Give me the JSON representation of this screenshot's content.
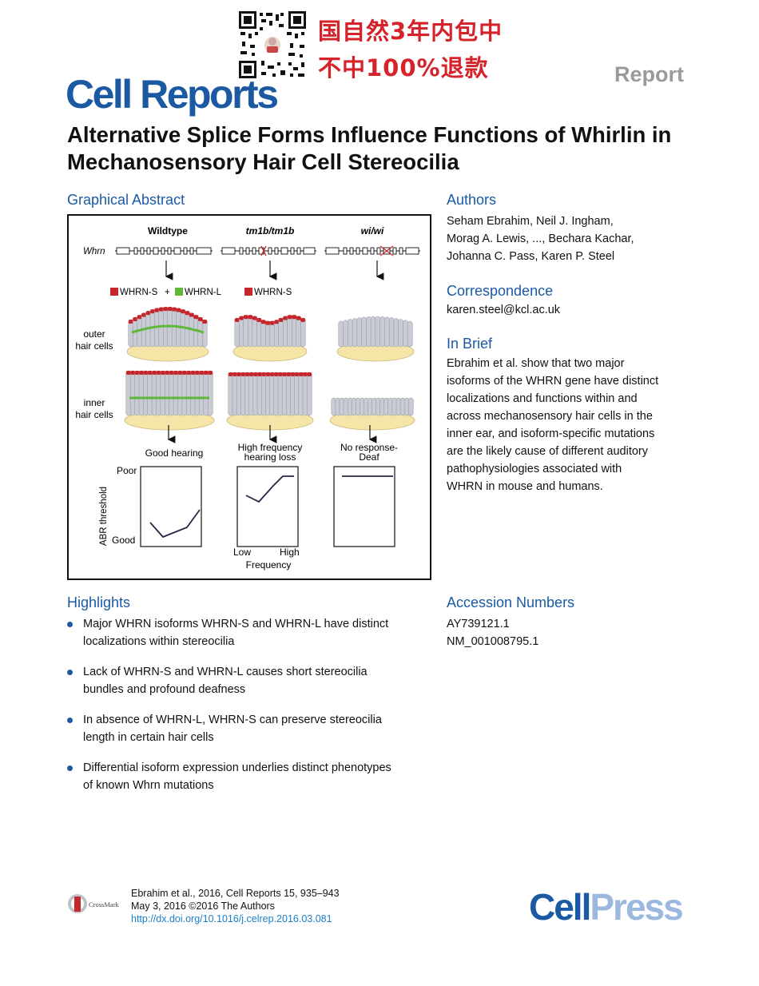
{
  "promo": {
    "line1": "国自然3年内包中",
    "line2": "不中100%退款"
  },
  "journal": "Cell Reports",
  "article_type": "Report",
  "title": "Alternative Splice Forms Influence Functions of Whirlin in Mechanosensory Hair Cell Stereocilia",
  "graphical_abstract": {
    "heading": "Graphical Abstract",
    "columns": [
      "Wildtype",
      "tm1b/tm1b",
      "wi/wi"
    ],
    "gene_label": "Whrn",
    "legend": {
      "whrn_s": "WHRN-S",
      "plus": "+",
      "whrn_l": "WHRN-L"
    },
    "cell_labels": {
      "outer_1": "outer",
      "outer_2": "hair cells",
      "inner_1": "inner",
      "inner_2": "hair cells"
    },
    "phenotypes": [
      "Good hearing",
      "High frequency",
      "hearing loss",
      "No response-",
      "Deaf"
    ],
    "plot": {
      "y_axis": "ABR threshold",
      "y_top": "Poor",
      "y_bottom": "Good",
      "x_low": "Low",
      "x_high": "High",
      "x_axis": "Frequency"
    },
    "colors": {
      "whrn_s": "#c8262d",
      "whrn_l": "#5fb83a",
      "bundle": "#c9ccd4",
      "base": "#f5e6a8",
      "curve": "#2a2447"
    }
  },
  "authors": {
    "heading": "Authors",
    "lines": [
      "Seham Ebrahim, Neil J. Ingham,",
      "Morag A. Lewis, ..., Bechara Kachar,",
      "Johanna C. Pass, Karen P. Steel"
    ]
  },
  "correspondence": {
    "heading": "Correspondence",
    "email": "karen.steel@kcl.ac.uk"
  },
  "in_brief": {
    "heading": "In Brief",
    "lines": [
      "Ebrahim et al. show that two major",
      "isoforms of the WHRN gene have distinct",
      "localizations and functions within and",
      "across mechanosensory hair cells in the",
      "inner ear, and isoform-specific mutations",
      "are the likely cause of different auditory",
      "pathophysiologies associated with",
      "WHRN in mouse and humans."
    ]
  },
  "highlights": {
    "heading": "Highlights",
    "items": [
      {
        "l1": "Major WHRN isoforms WHRN-S and WHRN-L have distinct",
        "l2": "localizations within stereocilia"
      },
      {
        "l1": "Lack of WHRN-S and WHRN-L causes short stereocilia",
        "l2": "bundles and profound deafness"
      },
      {
        "l1": "In absence of WHRN-L, WHRN-S can preserve stereocilia",
        "l2": "length in certain hair cells"
      },
      {
        "l1": "Differential isoform expression underlies distinct phenotypes",
        "l2": "of known Whrn mutations"
      }
    ]
  },
  "accession": {
    "heading": "Accession Numbers",
    "items": [
      "AY739121.1",
      "NM_001008795.1"
    ]
  },
  "citation": {
    "line1": "Ebrahim et al., 2016, Cell Reports 15, 935–943",
    "line2": "May 3, 2016 ©2016 The Authors",
    "doi": "http://dx.doi.org/10.1016/j.celrep.2016.03.081"
  },
  "crossmark_label": "CrossMark",
  "publisher": {
    "part1": "Cell",
    "part2": "Press"
  }
}
